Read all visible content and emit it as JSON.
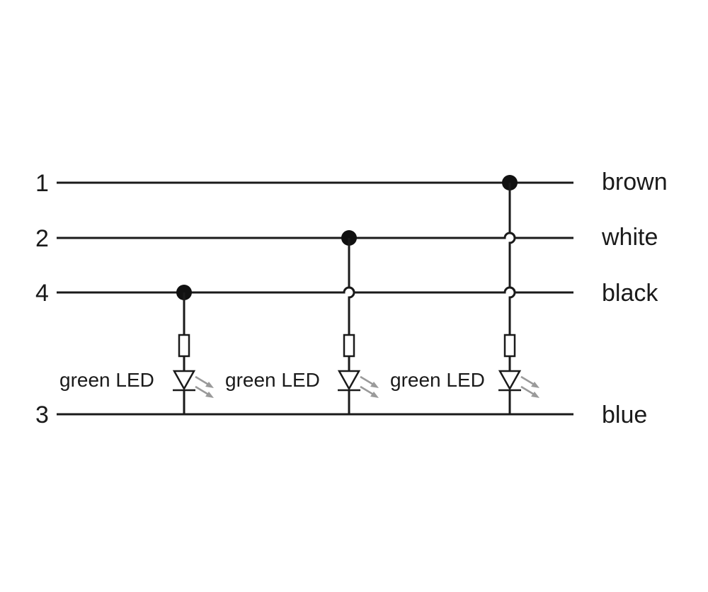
{
  "wires": [
    {
      "pin": "1",
      "color": "brown"
    },
    {
      "pin": "2",
      "color": "white"
    },
    {
      "pin": "4",
      "color": "black"
    },
    {
      "pin": "3",
      "color": "blue"
    }
  ],
  "leds": [
    {
      "label": "green LED",
      "connects_to_pin": "4"
    },
    {
      "label": "green LED",
      "connects_to_pin": "2"
    },
    {
      "label": "green LED",
      "connects_to_pin": "1"
    }
  ],
  "common_return_pin": "3",
  "line_color": "#1a1a1a",
  "light_ray_color": "#9a9a9a"
}
